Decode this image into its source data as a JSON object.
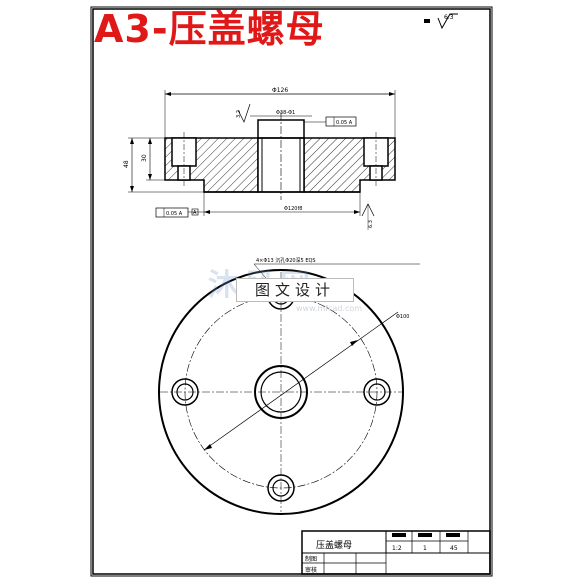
{
  "title": "A3-压盖螺母",
  "watermark": {
    "logo": "沐风网",
    "label": "图文设计",
    "sub": "www.mfcad.com"
  },
  "roughness_symbol": "6.3",
  "section_view": {
    "dim_overall_diameter": "Φ126",
    "dim_bore": "Φ38-Φ1",
    "dim_height_total": "48",
    "dim_height_flange": "30",
    "dim_spigot": "Φ120f8",
    "dim_roughness_side": "6.3",
    "dim_roughness_top": "3.2",
    "tolerance_frame_top": "0.05 A",
    "tolerance_frame_bottom": "0.05 A",
    "datum": "A"
  },
  "plan_view": {
    "holes_note": "4×Φ13 沉孔Φ20深5 EQS",
    "dim_pcd": "Φ100"
  },
  "title_block": {
    "part_name": "压盖螺母",
    "scale": "1:2",
    "quantity": "1",
    "material": "45",
    "row_drawn": "制图",
    "row_checked": "审核"
  },
  "colors": {
    "title": "#e01818",
    "line": "#000000",
    "watermark": "#7896c8"
  }
}
